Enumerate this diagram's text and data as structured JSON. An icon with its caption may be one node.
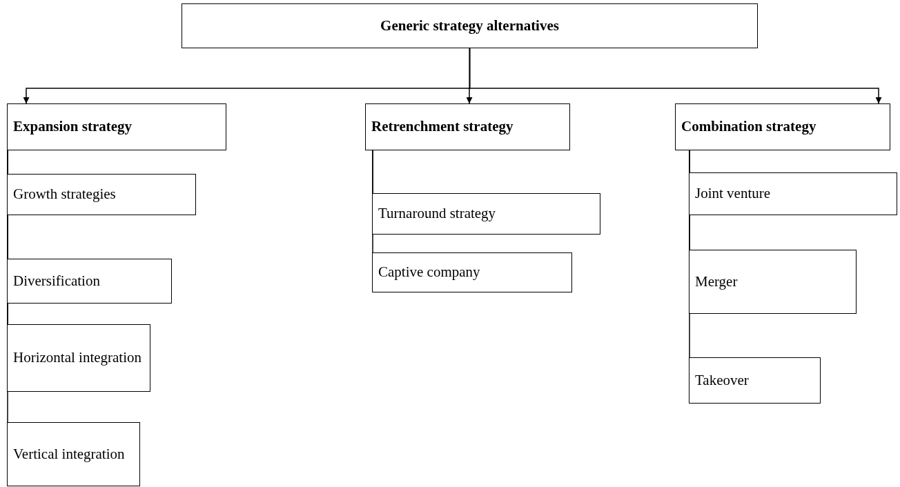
{
  "diagram": {
    "nodes": [
      {
        "text": [
          "Generic strategy alternatives"
        ]
      },
      {
        "text": [
          "Expansion strategy"
        ]
      },
      {
        "text": [
          "Retrenchment strategy"
        ]
      },
      {
        "text": [
          "Combination strategy"
        ]
      },
      {
        "text": [
          "Growth strategies"
        ]
      },
      {
        "text": [
          "Diversification"
        ]
      },
      {
        "text": [
          "Horizontal integration"
        ]
      },
      {
        "text": [
          "Vertical integration"
        ]
      },
      {
        "text": [
          "Turnaround strategy"
        ]
      },
      {
        "text": [
          "Captive company"
        ]
      },
      {
        "text": [
          "Joint venture"
        ]
      },
      {
        "text": [
          "Merger"
        ]
      },
      {
        "text": [
          "Takeover"
        ]
      }
    ],
    "edges": [
      {
        "from": 0,
        "to": 1,
        "arrow": "to"
      },
      {
        "from": 0,
        "to": 2,
        "arrow": "to"
      },
      {
        "from": 0,
        "to": 3,
        "arrow": "to"
      },
      {
        "from": 1,
        "to": 4,
        "arrow": "none"
      },
      {
        "from": 1,
        "to": 5,
        "arrow": "none"
      },
      {
        "from": 1,
        "to": 6,
        "arrow": "none"
      },
      {
        "from": 1,
        "to": 7,
        "arrow": "none"
      },
      {
        "from": 2,
        "to": 8,
        "arrow": "none"
      },
      {
        "from": 2,
        "to": 9,
        "arrow": "none"
      },
      {
        "from": 3,
        "to": 10,
        "arrow": "none"
      },
      {
        "from": 3,
        "to": 11,
        "arrow": "none"
      },
      {
        "from": 3,
        "to": 12,
        "arrow": "none"
      }
    ]
  }
}
